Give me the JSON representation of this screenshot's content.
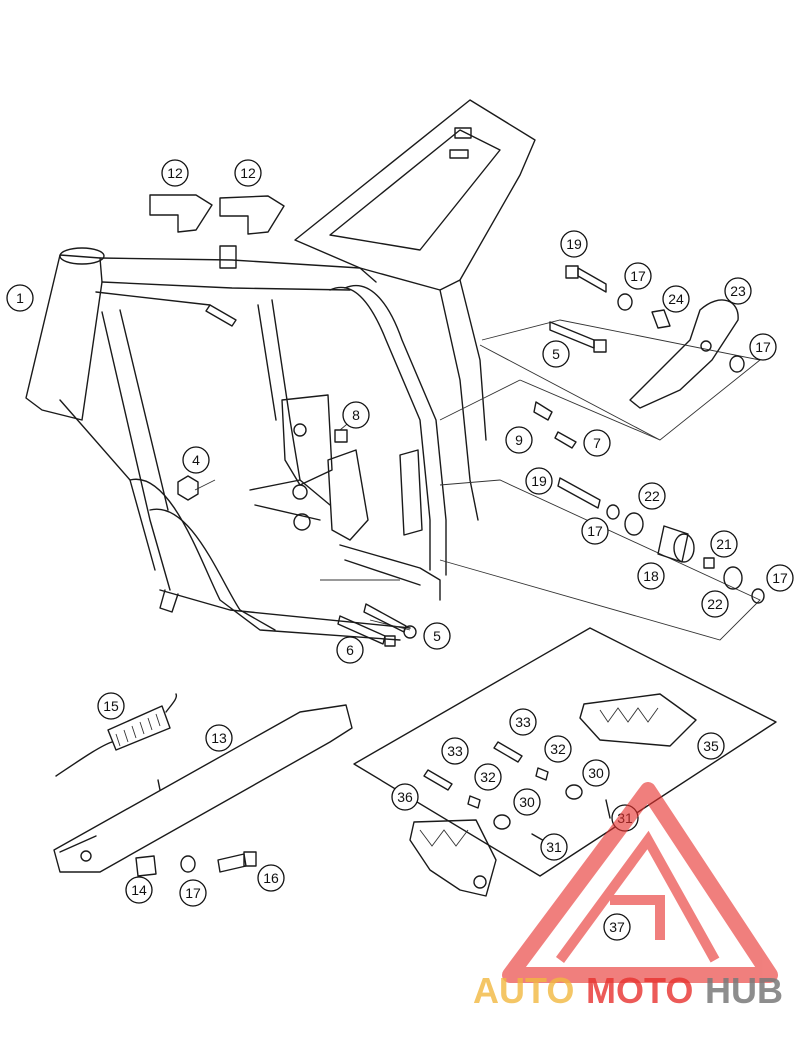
{
  "callouts": [
    "1",
    "4",
    "5",
    "5",
    "6",
    "7",
    "8",
    "9",
    "12",
    "12",
    "13",
    "14",
    "15",
    "16",
    "17",
    "17",
    "17",
    "17",
    "17",
    "18",
    "19",
    "19",
    "21",
    "22",
    "22",
    "23",
    "24",
    "30",
    "30",
    "31",
    "31",
    "32",
    "32",
    "33",
    "33",
    "35",
    "36",
    "37"
  ],
  "watermark": {
    "part1": "AUTO",
    "part2": "MOTO",
    "part3": "HUB",
    "colors": {
      "auto": "#f2b840",
      "moto": "#e8322f",
      "hub": "#7a7a7a",
      "logo": "#e8322f"
    }
  }
}
